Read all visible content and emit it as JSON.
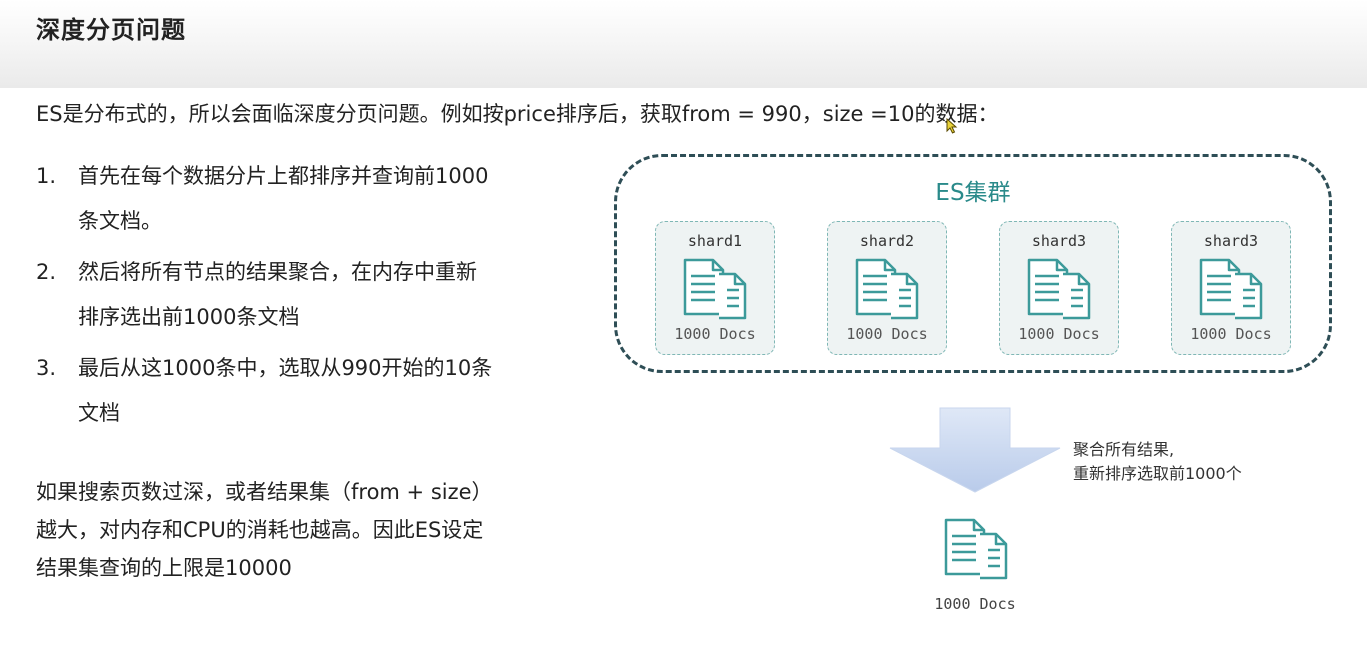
{
  "title": "深度分页问题",
  "intro": "ES是分布式的，所以会面临深度分页问题。例如按price排序后，获取from = 990，size =10的数据：",
  "steps": [
    {
      "num": "1.",
      "line1": "首先在每个数据分片上都排序并查询前1000",
      "line2": "条文档。"
    },
    {
      "num": "2.",
      "line1": "然后将所有节点的结果聚合，在内存中重新",
      "line2": "排序选出前1000条文档"
    },
    {
      "num": "3.",
      "line1": "最后从这1000条中，选取从990开始的10条",
      "line2": "文档"
    }
  ],
  "summary": {
    "line1": "如果搜索页数过深，或者结果集（from + size）",
    "line2": "越大，对内存和CPU的消耗也越高。因此ES设定",
    "line3": "结果集查询的上限是10000"
  },
  "diagram": {
    "cluster_label": "ES集群",
    "shards": [
      {
        "name": "shard1",
        "docs": "1000 Docs"
      },
      {
        "name": "shard2",
        "docs": "1000 Docs"
      },
      {
        "name": "shard3",
        "docs": "1000 Docs"
      },
      {
        "name": "shard3",
        "docs": "1000 Docs"
      }
    ],
    "arrow_note_line1": "聚合所有结果,",
    "arrow_note_line2": "重新排序选取前1000个",
    "result_docs": "1000 Docs",
    "colors": {
      "teal": "#2a8a8a",
      "border_dark": "#2e4e56",
      "shard_bg": "#eef3f3",
      "arrow": "#c5d5ee"
    }
  }
}
